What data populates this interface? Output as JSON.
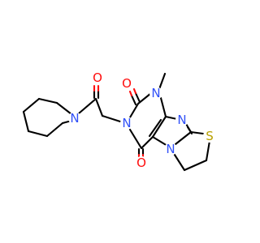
{
  "molecule": {
    "atom_labels": {
      "o_upper": "O",
      "o_lower": "O",
      "n_piperidine": "N",
      "n_imide": "N",
      "n_methyl": "N",
      "n_imine": "N",
      "n_ring": "N",
      "s_thiazole": "S"
    },
    "colors": {
      "bond": "#000000",
      "oxygen": "#ff0d0d",
      "nitrogen": "#3050f8",
      "sulfur": "#b8a000"
    }
  }
}
